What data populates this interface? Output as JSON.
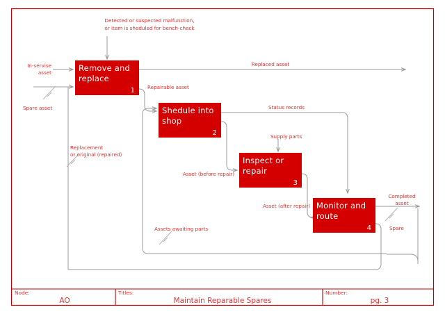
{
  "diagram": {
    "kind": "idef0-activity-diagram",
    "colors": {
      "box_fill": "#d40000",
      "frame_stroke": "#c00000",
      "label_text": "#e03030",
      "flow_stroke": "#999999",
      "box_text": "#ffffff",
      "background": "#ffffff"
    },
    "activities": [
      {
        "id": "a1",
        "number": "1",
        "line1": "Remove and",
        "line2": "replace"
      },
      {
        "id": "a2",
        "number": "2",
        "line1": "Shedule into",
        "line2": "shop"
      },
      {
        "id": "a3",
        "number": "3",
        "line1": "Inspect or",
        "line2": "repair"
      },
      {
        "id": "a4",
        "number": "4",
        "line1": "Monitor and",
        "line2": "route"
      }
    ],
    "flow_labels": {
      "control_top_line1": "Detected or suspected malfunction,",
      "control_top_line2": "or item is sheduled for bench-check",
      "in_service_line1": "In-servise",
      "in_service_line2": "asset",
      "spare_asset": "Spare asset",
      "replacement_line1": "Replacement",
      "replacement_line2": "or original (repaired)",
      "replaced_asset": "Replaced asset",
      "repairable_asset": "Repairable asset",
      "status_records": "Status records",
      "supply_parts": "Supply parts",
      "asset_before_repair": "Asset (before repair)",
      "asset_after_repair": "Asset (after repair)",
      "assets_awaiting_parts": "Assets awaiting parts",
      "completed_line1": "Completed",
      "completed_line2": "asset",
      "spare": "Spare"
    },
    "title_block": {
      "node_key": "Node:",
      "node_value": "AO",
      "titles_key": "Titles:",
      "titles_value": "Maintain Reparable Spares",
      "number_key": "Number:",
      "number_value": "pg. 3"
    }
  }
}
